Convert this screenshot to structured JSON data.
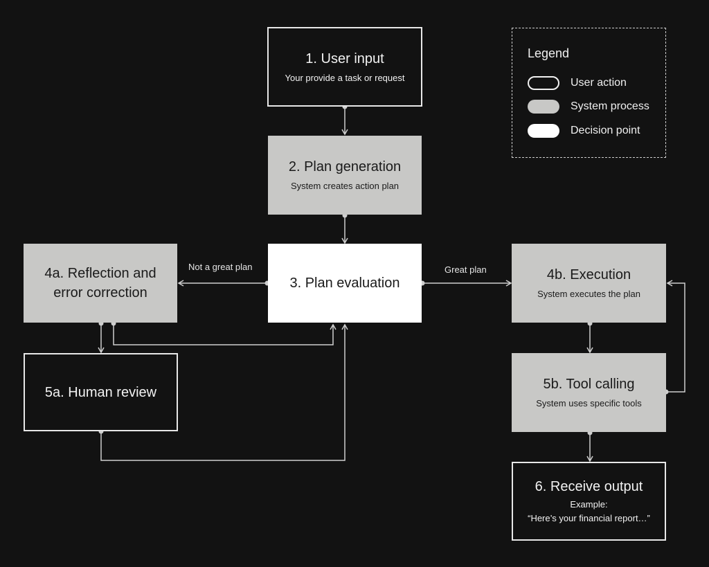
{
  "nodes": {
    "user_input": {
      "title": "1. User input",
      "subtitle": "Your provide a task or request"
    },
    "plan_generation": {
      "title": "2. Plan generation",
      "subtitle": "System creates action plan"
    },
    "plan_evaluation": {
      "title": "3. Plan evaluation"
    },
    "reflection": {
      "title_line1": "4a. Reflection and",
      "title_line2": "error correction"
    },
    "execution": {
      "title": "4b. Execution",
      "subtitle": "System executes the plan"
    },
    "human_review": {
      "title": "5a. Human review"
    },
    "tool_calling": {
      "title": "5b. Tool calling",
      "subtitle": "System uses specific tools"
    },
    "receive_output": {
      "title": "6. Receive output",
      "subtitle_line1": "Example:",
      "subtitle_line2": "“Here’s your financial report…”"
    }
  },
  "edges": {
    "not_great": "Not a great plan",
    "great": "Great plan"
  },
  "legend": {
    "title": "Legend",
    "items": [
      {
        "label": "User action",
        "style": "user"
      },
      {
        "label": "System process",
        "style": "system"
      },
      {
        "label": "Decision point",
        "style": "decision"
      }
    ]
  },
  "colors": {
    "background": "#121212",
    "user_border": "#e8e8e8",
    "system_fill": "#c8c8c6",
    "decision_fill": "#ffffff",
    "connector": "#d0d0d0"
  }
}
